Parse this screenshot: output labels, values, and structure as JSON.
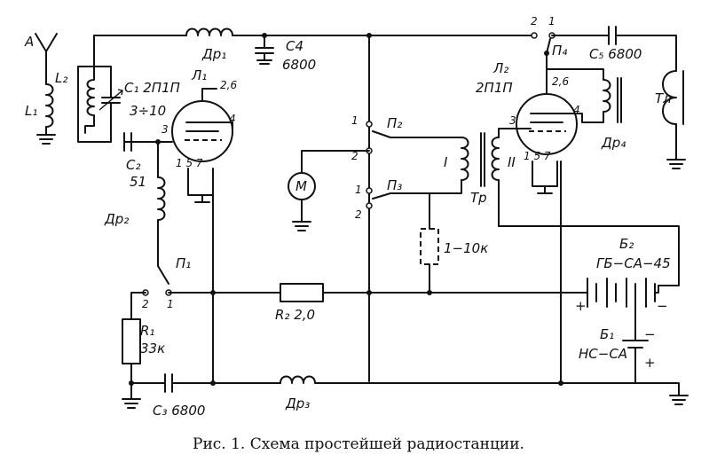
{
  "labels": {
    "antenna": "A",
    "l1": "L₁",
    "l2": "L₂",
    "c1_name": "C₁ 2П1П",
    "c1_value": "3÷10",
    "l1_tube": "Л₁",
    "tube1_pins_top": "2,6",
    "tube1_pin3": "3",
    "tube1_pin4": "4",
    "tube1_pins_bottom": "1 5 7",
    "c2_name": "C₂",
    "c2_value": "51",
    "dr1": "Др₁",
    "c4": "C4",
    "c4_value": "6800",
    "dr2": "Др₂",
    "p1": "П₁",
    "p1_pos2": "2",
    "p1_pos1": "1",
    "r1": "R₁",
    "r1_value": "33к",
    "c3": "C₃ 6800",
    "dr3": "Др₃",
    "r2": "R₂ 2,0",
    "motor": "M",
    "p2": "П₂",
    "p2_pos1": "1",
    "p2_pos2": "2",
    "p3": "П₃",
    "p3_pos1": "1",
    "p3_pos2": "2",
    "load": "1−10к",
    "tr_winding1": "I",
    "tr_winding2": "II",
    "tr": "Тр",
    "l2_tube": "Л₂",
    "l2_tube_type": "2П1П",
    "tube2_pins_top": "2,6",
    "tube2_pin3": "3",
    "tube2_pin4": "4",
    "tube2_pins_bottom": "1 5 7",
    "p4": "П₄",
    "p4_pos2": "2",
    "p4_pos1": "1",
    "c5": "C₅ 6800",
    "dr4": "Др₄",
    "phone": "Тл",
    "b2": "Б₂",
    "b2_type": "ГБ−СА−45",
    "b2_plus": "+",
    "b2_minus": "−",
    "b1": "Б₁",
    "b1_type": "НС−СА",
    "b1_minus": "−",
    "b1_plus": "+"
  },
  "caption": "Рис. 1. Схема простейшей радиостанции."
}
